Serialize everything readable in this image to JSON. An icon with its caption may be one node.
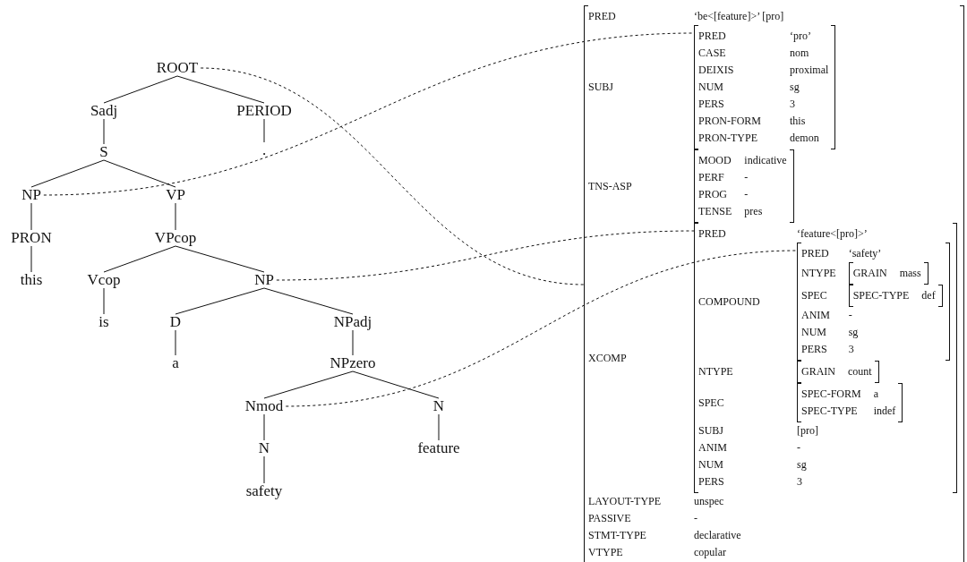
{
  "diagram": {
    "nodes": [
      {
        "text": [
          "ROOT"
        ]
      },
      {
        "text": [
          "Sadj"
        ]
      },
      {
        "text": [
          "PERIOD"
        ]
      },
      {
        "text": [
          "S"
        ]
      },
      {
        "text": [
          "."
        ]
      },
      {
        "text": [
          "NP"
        ]
      },
      {
        "text": [
          "VP"
        ]
      },
      {
        "text": [
          "PRON"
        ]
      },
      {
        "text": [
          "VPcop"
        ]
      },
      {
        "text": [
          "this"
        ]
      },
      {
        "text": [
          "Vcop"
        ]
      },
      {
        "text": [
          "NP"
        ]
      },
      {
        "text": [
          "is"
        ]
      },
      {
        "text": [
          "D"
        ]
      },
      {
        "text": [
          "NPadj"
        ]
      },
      {
        "text": [
          "a"
        ]
      },
      {
        "text": [
          "NPzero"
        ]
      },
      {
        "text": [
          "Nmod"
        ]
      },
      {
        "text": [
          "N"
        ]
      },
      {
        "text": [
          "N"
        ]
      },
      {
        "text": [
          "feature"
        ]
      },
      {
        "text": [
          "safety"
        ]
      },
      {
        "text": [
          "PRED",
          "‘be<[feature]>’ [pro]",
          "SUBJ",
          "TNS-ASP",
          "XCOMP",
          "LAYOUT-TYPE",
          "unspec",
          "PASSIVE",
          "-",
          "STMT-TYPE",
          "declarative",
          "VTYPE",
          "copular"
        ]
      },
      {
        "text": [
          "PRED",
          "‘pro’",
          "CASE",
          "nom",
          "DEIXIS",
          "proximal",
          "NUM",
          "sg",
          "PERS",
          "3",
          "PRON-FORM",
          "this",
          "PRON-TYPE",
          "demon"
        ],
        "in": 22
      },
      {
        "text": [
          "MOOD",
          "indicative",
          "PERF",
          "-",
          "PROG",
          "-",
          "TENSE",
          "pres"
        ],
        "in": 22
      },
      {
        "text": [
          "PRED",
          "‘feature<[pro]>’",
          "COMPOUND",
          "NTYPE",
          "SPEC",
          "SUBJ",
          "[pro]",
          "ANIM",
          "-",
          "NUM",
          "sg",
          "PERS",
          "3"
        ],
        "in": 22
      },
      {
        "text": [
          "PRED",
          "‘safety’",
          "NTYPE",
          "SPEC",
          "ANIM",
          "-",
          "NUM",
          "sg",
          "PERS",
          "3"
        ],
        "in": 25
      },
      {
        "text": [
          "GRAIN",
          "mass"
        ],
        "in": 26
      },
      {
        "text": [
          "SPEC-TYPE",
          "def"
        ],
        "in": 26
      },
      {
        "text": [
          "GRAIN",
          "count"
        ],
        "in": 25
      },
      {
        "text": [
          "SPEC-FORM",
          "a",
          "SPEC-TYPE",
          "indef"
        ],
        "in": 25
      }
    ],
    "edges": [
      {
        "from": 0,
        "to": 1,
        "arrow": "none"
      },
      {
        "from": 0,
        "to": 2,
        "arrow": "none"
      },
      {
        "from": 1,
        "to": 3,
        "arrow": "none"
      },
      {
        "from": 2,
        "to": 4,
        "arrow": "none"
      },
      {
        "from": 3,
        "to": 5,
        "arrow": "none"
      },
      {
        "from": 3,
        "to": 6,
        "arrow": "none"
      },
      {
        "from": 5,
        "to": 7,
        "arrow": "none"
      },
      {
        "from": 6,
        "to": 8,
        "arrow": "none"
      },
      {
        "from": 7,
        "to": 9,
        "arrow": "none"
      },
      {
        "from": 8,
        "to": 10,
        "arrow": "none"
      },
      {
        "from": 8,
        "to": 11,
        "arrow": "none"
      },
      {
        "from": 10,
        "to": 12,
        "arrow": "none"
      },
      {
        "from": 11,
        "to": 13,
        "arrow": "none"
      },
      {
        "from": 11,
        "to": 14,
        "arrow": "none"
      },
      {
        "from": 13,
        "to": 15,
        "arrow": "none"
      },
      {
        "from": 14,
        "to": 16,
        "arrow": "none"
      },
      {
        "from": 16,
        "to": 17,
        "arrow": "none"
      },
      {
        "from": 16,
        "to": 18,
        "arrow": "none"
      },
      {
        "from": 17,
        "to": 19,
        "arrow": "none"
      },
      {
        "from": 18,
        "to": 20,
        "arrow": "none"
      },
      {
        "from": 19,
        "to": 21,
        "arrow": "none"
      },
      {
        "from": 0,
        "to": 22,
        "arrow": "none",
        "style": "dashed"
      },
      {
        "from": 5,
        "to": 23,
        "arrow": "none",
        "style": "dashed"
      },
      {
        "from": 11,
        "to": 25,
        "arrow": "none",
        "style": "dashed"
      },
      {
        "from": 17,
        "to": 26,
        "arrow": "none",
        "style": "dashed"
      }
    ]
  }
}
